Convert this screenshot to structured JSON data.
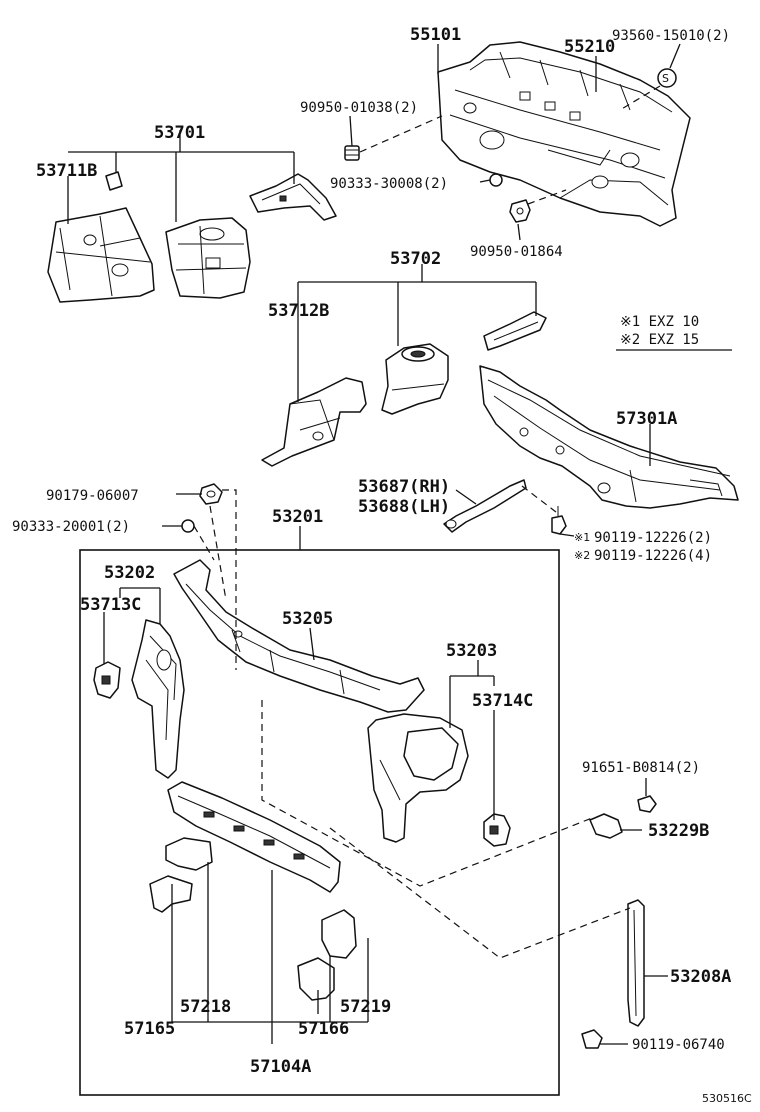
{
  "labels": {
    "p55101": "55101",
    "p55210": "55210",
    "p93560": "93560-15010(2)",
    "p90950_01038": "90950-01038(2)",
    "p53701": "53701",
    "p53711B": "53711B",
    "p90333_30008": "90333-30008(2)",
    "p90950_01864": "90950-01864",
    "p53702": "53702",
    "p53712B": "53712B",
    "p57301A": "57301A",
    "p53687": "53687(RH)",
    "p53688": "53688(LH)",
    "p90119_a": "90119-12226(2)",
    "p90119_b": "90119-12226(4)",
    "p90179": "90179-06007",
    "p90333_20001": "90333-20001(2)",
    "p53201": "53201",
    "p53202": "53202",
    "p53713C": "53713C",
    "p53205": "53205",
    "p53203": "53203",
    "p53714C": "53714C",
    "p91651": "91651-B0814(2)",
    "p53229B": "53229B",
    "p57218": "57218",
    "p57165": "57165",
    "p57219": "57219",
    "p57166": "57166",
    "p57104A": "57104A",
    "p53208A": "53208A",
    "p90119_06740": "90119-06740"
  },
  "notes": {
    "note1": "※1 EXZ 10",
    "note2": "※2 EXZ 15",
    "mark1": "※1",
    "mark2": "※2",
    "s_mark": "S"
  },
  "figure_id": "530516C"
}
